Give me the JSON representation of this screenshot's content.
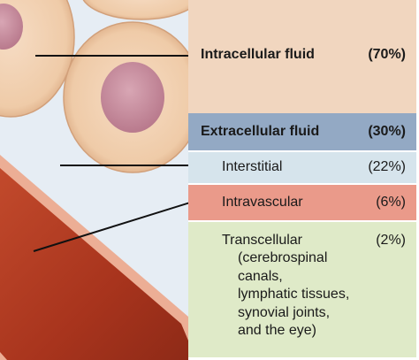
{
  "compartments": {
    "intracellular": {
      "label": "Intracellular fluid",
      "percent": "(70%)"
    },
    "extracellular": {
      "label": "Extracellular fluid",
      "percent": "(30%)"
    },
    "interstitial": {
      "label": "Interstitial",
      "percent": "(22%)"
    },
    "intravascular": {
      "label": "Intravascular",
      "percent": "(6%)"
    },
    "transcellular": {
      "label": "Transcellular",
      "percent": "(2%)",
      "details": [
        "(cerebrospinal",
        "canals,",
        "lymphatic tissues,",
        "synovial joints,",
        "and the eye)"
      ]
    }
  },
  "colors": {
    "intracellular": "#f1d6bf",
    "extracellular": "#93a9c4",
    "interstitial": "#d6e4ec",
    "intravascular": "#ea9a8a",
    "transcellular": "#dfeac8",
    "cell": "#f3d4b8",
    "nucleus": "#c98a9c",
    "vessel": "#b13b22"
  }
}
